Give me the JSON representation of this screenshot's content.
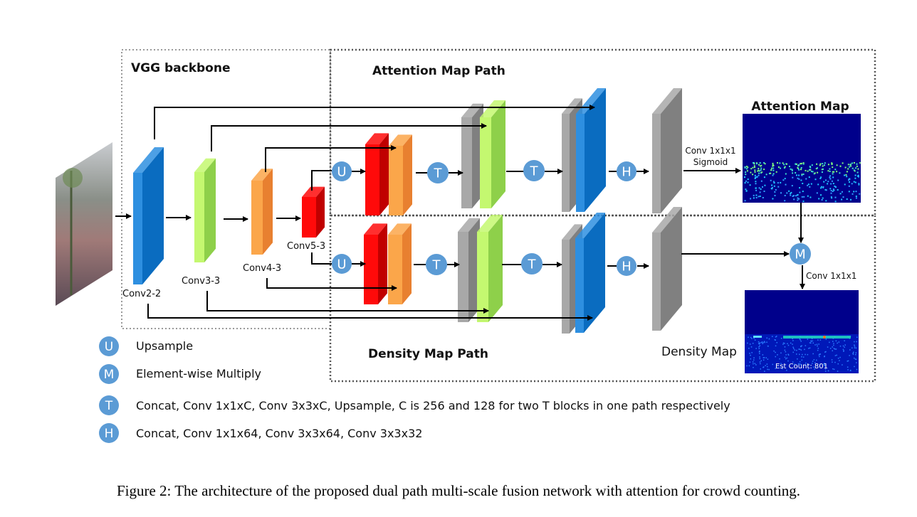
{
  "regions": {
    "vgg": "VGG backbone",
    "attention_path": "Attention Map Path",
    "density_path": "Density Map Path"
  },
  "backbone_layers": [
    "Conv2-2",
    "Conv3-3",
    "Conv4-3",
    "Conv5-3"
  ],
  "ops": {
    "upsample": "U",
    "multiply": "M",
    "t_block": "T",
    "h_block": "H"
  },
  "annotations": {
    "attention_conv": "Conv 1x1x1",
    "attention_act": "Sigmoid",
    "density_conv": "Conv 1x1x1"
  },
  "outputs": {
    "attention_map": "Attention Map",
    "density_map": "Density Map",
    "est_count": "Est Count: 801"
  },
  "legend": [
    {
      "symbol": "U",
      "text": "Upsample"
    },
    {
      "symbol": "M",
      "text": "Element-wise Multiply"
    },
    {
      "symbol": "T",
      "text": "Concat, Conv 1x1xC, Conv 3x3xC, Upsample, C is 256 and 128 for two T blocks in one path respectively"
    },
    {
      "symbol": "H",
      "text": "Concat, Conv 1x1x64, Conv 3x3x64, Conv 3x3x32"
    }
  ],
  "caption": "Figure 2: The architecture of the proposed dual path multi-scale fusion network with attention for crowd counting.",
  "colors": {
    "blue": "#2e8fe0",
    "blue_dark": "#0a6cc0",
    "green": "#c4f870",
    "green_dark": "#8ed04a",
    "orange": "#fba64a",
    "orange_dark": "#e88030",
    "red": "#ff0a0a",
    "red_dark": "#c00000",
    "gray": "#a8a8a8",
    "gray_dark": "#808080",
    "op_circle": "#5b9bd5",
    "heatmap_bg": "#00008b"
  }
}
